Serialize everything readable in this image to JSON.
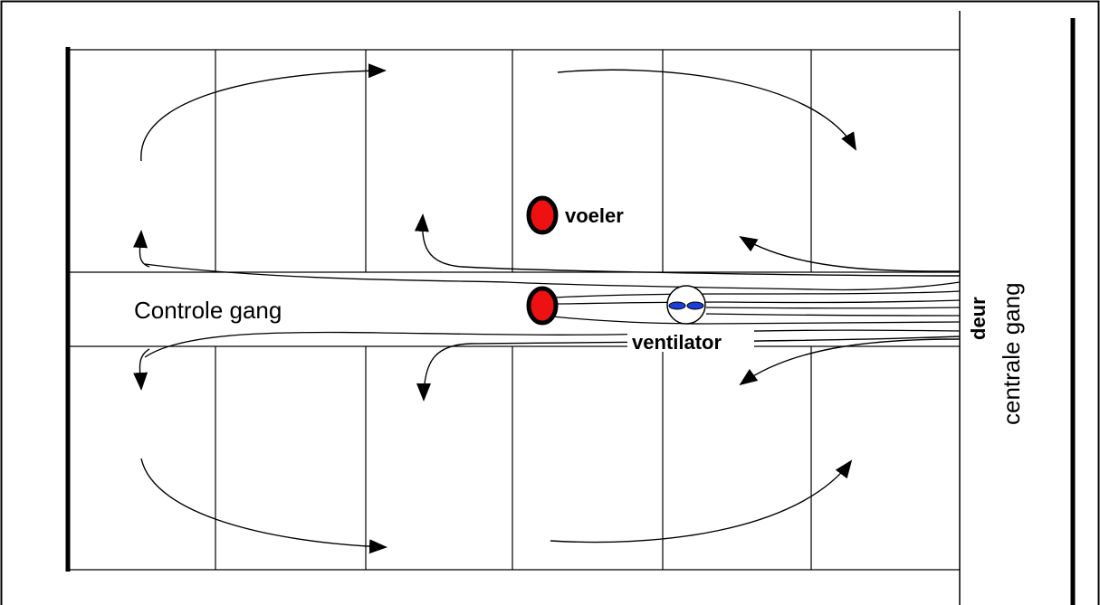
{
  "labels": {
    "control_aisle": "Controle gang",
    "sensor": "voeler",
    "fan": "ventilator",
    "door": "deur",
    "central_aisle": "centrale gang"
  },
  "colors": {
    "line": "#000000",
    "sensor_fill": "#ee1111",
    "fan_blade": "#1a3fd6",
    "background": "#ffffff"
  },
  "icons": {
    "sensor": "red-dot-sensor",
    "fan": "fan-circle-with-blades"
  }
}
